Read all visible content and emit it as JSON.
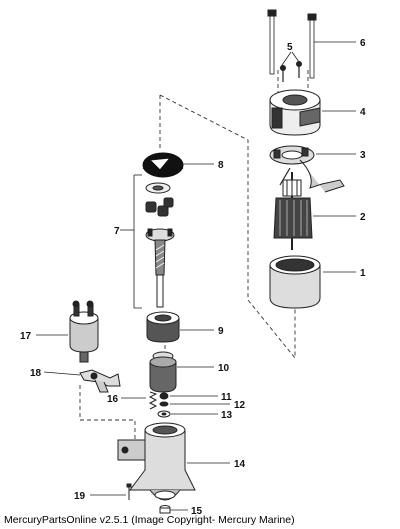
{
  "callouts": [
    {
      "id": "1",
      "text": "1"
    },
    {
      "id": "2",
      "text": "2"
    },
    {
      "id": "3",
      "text": "3"
    },
    {
      "id": "4",
      "text": "4"
    },
    {
      "id": "5",
      "text": "5"
    },
    {
      "id": "6",
      "text": "6"
    },
    {
      "id": "7",
      "text": "7"
    },
    {
      "id": "8",
      "text": "8"
    },
    {
      "id": "9",
      "text": "9"
    },
    {
      "id": "10",
      "text": "10"
    },
    {
      "id": "11",
      "text": "11"
    },
    {
      "id": "12",
      "text": "12"
    },
    {
      "id": "13",
      "text": "13"
    },
    {
      "id": "14",
      "text": "14"
    },
    {
      "id": "15",
      "text": "15"
    },
    {
      "id": "16",
      "text": "16"
    },
    {
      "id": "17",
      "text": "17"
    },
    {
      "id": "18",
      "text": "18"
    },
    {
      "id": "19",
      "text": "19"
    }
  ],
  "footer": "MercuryPartsOnline v2.5.1 (Image Copyright- Mercury Marine)"
}
